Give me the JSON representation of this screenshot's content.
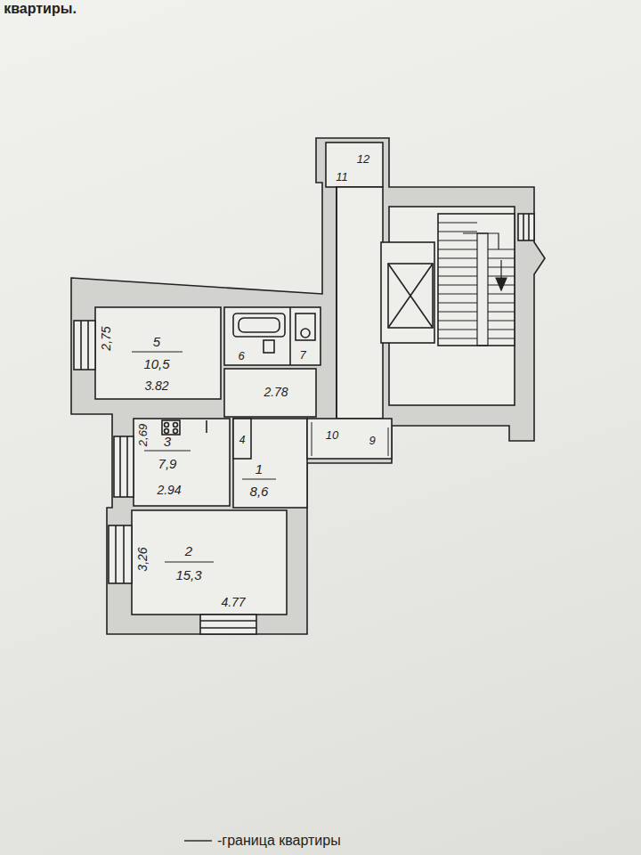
{
  "diagram": {
    "labels": [
      "квартиры.",
      "2,75",
      "5",
      "10,5",
      "3.82",
      "6",
      "7",
      "2.78",
      "2,69",
      "3",
      "7,9",
      "2.94",
      "4",
      "1",
      "8,6",
      "3,26",
      "2",
      "15,3",
      "4.77",
      "10",
      "9",
      "11",
      "12"
    ],
    "legend": [
      {
        "text": "-граница квартиры"
      }
    ]
  }
}
